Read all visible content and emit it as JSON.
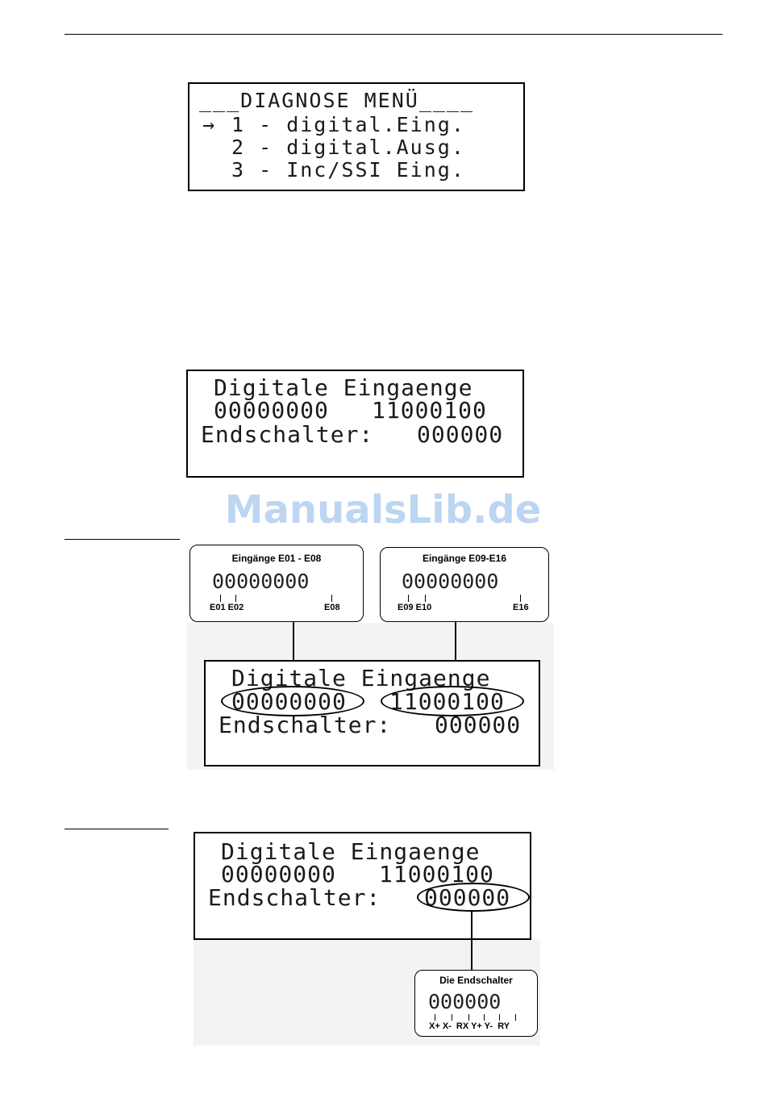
{
  "menu": {
    "title": "___DIAGNOSE MENÜ____",
    "arrow": "→",
    "items": [
      {
        "label": "1 - digital.Eing."
      },
      {
        "label": "2 - digital.Ausg."
      },
      {
        "label": "3 - Inc/SSI Eing."
      }
    ]
  },
  "display": {
    "line1": "Digitale Eingaenge",
    "line2_a": "00000000",
    "line2_b": "11000100",
    "line3_label": "Endschalter:",
    "line3_value": "000000"
  },
  "watermark": "ManualsLib.de",
  "callout_e01": {
    "title": "Eingänge E01 - E08",
    "digits": "00000000",
    "label_first": "E01 E02",
    "label_last": "E08"
  },
  "callout_e09": {
    "title": "Eingänge E09-E16",
    "digits": "00000000",
    "label_first": "E09 E10",
    "label_last": "E16"
  },
  "callout_end": {
    "title": "Die Endschalter",
    "digits": "000000",
    "labels": "X+ X-  RX Y+ Y-  RY"
  }
}
